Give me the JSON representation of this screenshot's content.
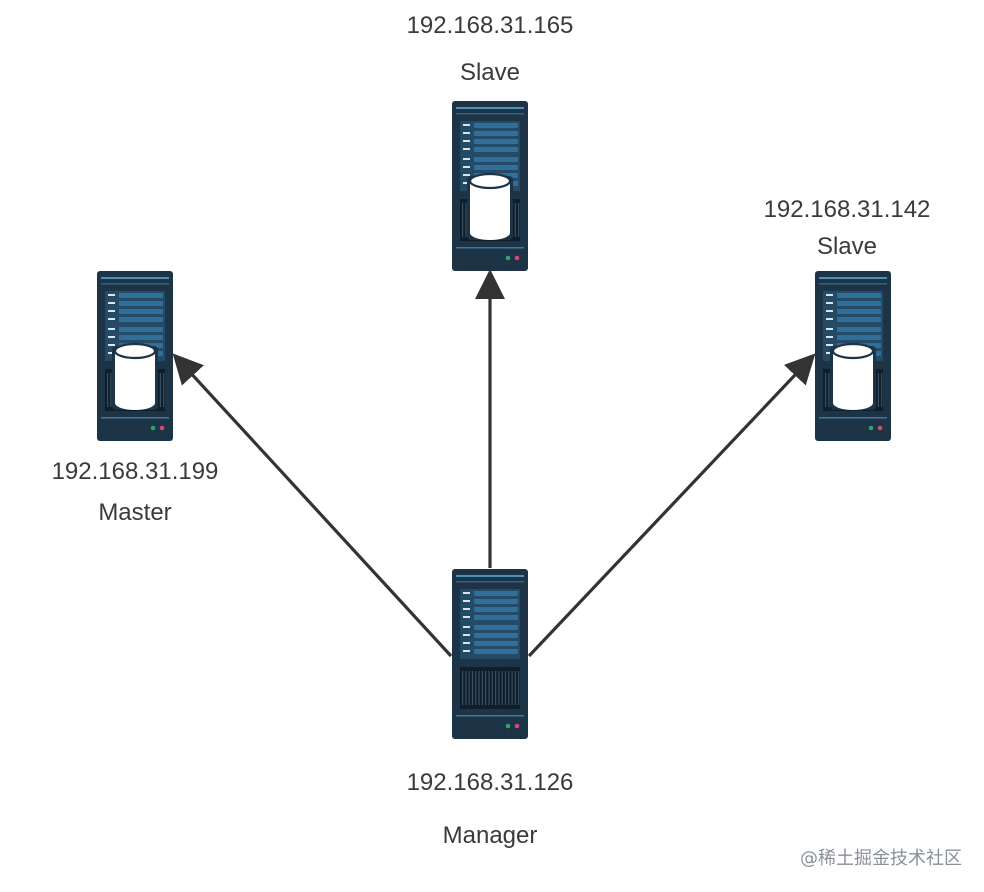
{
  "nodes": {
    "slave_top": {
      "ip": "192.168.31.165",
      "role": "Slave",
      "has_database": true
    },
    "slave_right": {
      "ip": "192.168.31.142",
      "role": "Slave",
      "has_database": true
    },
    "master": {
      "ip": "192.168.31.199",
      "role": "Master",
      "has_database": true
    },
    "manager": {
      "ip": "192.168.31.126",
      "role": "Manager",
      "has_database": false
    }
  },
  "edges": [
    {
      "from": "manager",
      "to": "slave_top"
    },
    {
      "from": "manager",
      "to": "master"
    },
    {
      "from": "manager",
      "to": "slave_right"
    }
  ],
  "colors": {
    "server_body": "#1d3346",
    "server_panel": "#2f6f99",
    "server_accent": "#5aa9d6",
    "arrow": "#333333",
    "text": "#3a3a3a",
    "led_green": "#2ea36a",
    "led_red": "#d64a6b"
  },
  "icons": {
    "server": "server-rack-icon",
    "database": "database-cylinder-icon"
  },
  "watermark": "@稀土掘金技术社区"
}
